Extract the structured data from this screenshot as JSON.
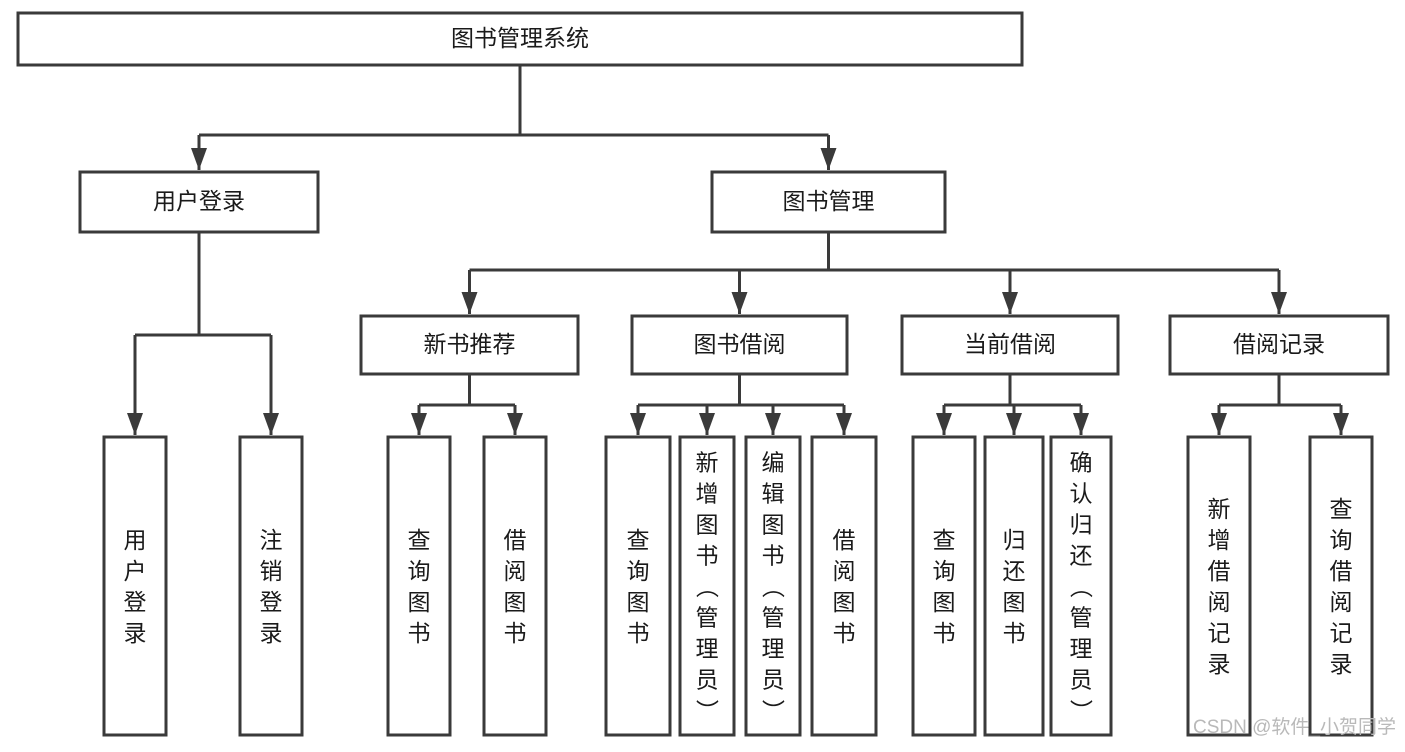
{
  "diagram": {
    "type": "hierarchy-tree",
    "title": "图书管理系统",
    "root": {
      "id": "root",
      "label": "图书管理系统"
    },
    "level1": [
      {
        "id": "user-login",
        "label": "用户登录"
      },
      {
        "id": "book-manage",
        "label": "图书管理"
      }
    ],
    "level2": [
      {
        "id": "new-book-recommend",
        "label": "新书推荐",
        "parent": "book-manage"
      },
      {
        "id": "book-borrow",
        "label": "图书借阅",
        "parent": "book-manage"
      },
      {
        "id": "current-borrow",
        "label": "当前借阅",
        "parent": "book-manage"
      },
      {
        "id": "borrow-record",
        "label": "借阅记录",
        "parent": "book-manage"
      }
    ],
    "leaves": {
      "user-login": [
        {
          "id": "leaf-user-login",
          "label": "用户登录"
        },
        {
          "id": "leaf-user-logout",
          "label": "注销登录"
        }
      ],
      "new-book-recommend": [
        {
          "id": "leaf-query-book-1",
          "label": "查询图书"
        },
        {
          "id": "leaf-borrow-book-1",
          "label": "借阅图书"
        }
      ],
      "book-borrow": [
        {
          "id": "leaf-query-book-2",
          "label": "查询图书"
        },
        {
          "id": "leaf-add-book",
          "label": "新增图书（管理员）"
        },
        {
          "id": "leaf-edit-book",
          "label": "编辑图书（管理员）"
        },
        {
          "id": "leaf-borrow-book-2",
          "label": "借阅图书"
        }
      ],
      "current-borrow": [
        {
          "id": "leaf-query-book-3",
          "label": "查询图书"
        },
        {
          "id": "leaf-return-book",
          "label": "归还图书"
        },
        {
          "id": "leaf-confirm-return",
          "label": "确认归还（管理员）"
        }
      ],
      "borrow-record": [
        {
          "id": "leaf-add-record",
          "label": "新增借阅记录"
        },
        {
          "id": "leaf-query-record",
          "label": "查询借阅记录"
        }
      ]
    },
    "colors": {
      "box_stroke": "#3a3a3a",
      "box_fill": "#ffffff",
      "connector": "#3a3a3a",
      "text": "#1a1a1a",
      "watermark": "#b9b9b9",
      "background": "#ffffff"
    }
  },
  "watermark": {
    "label": "CSDN @软件_小贺同学"
  }
}
